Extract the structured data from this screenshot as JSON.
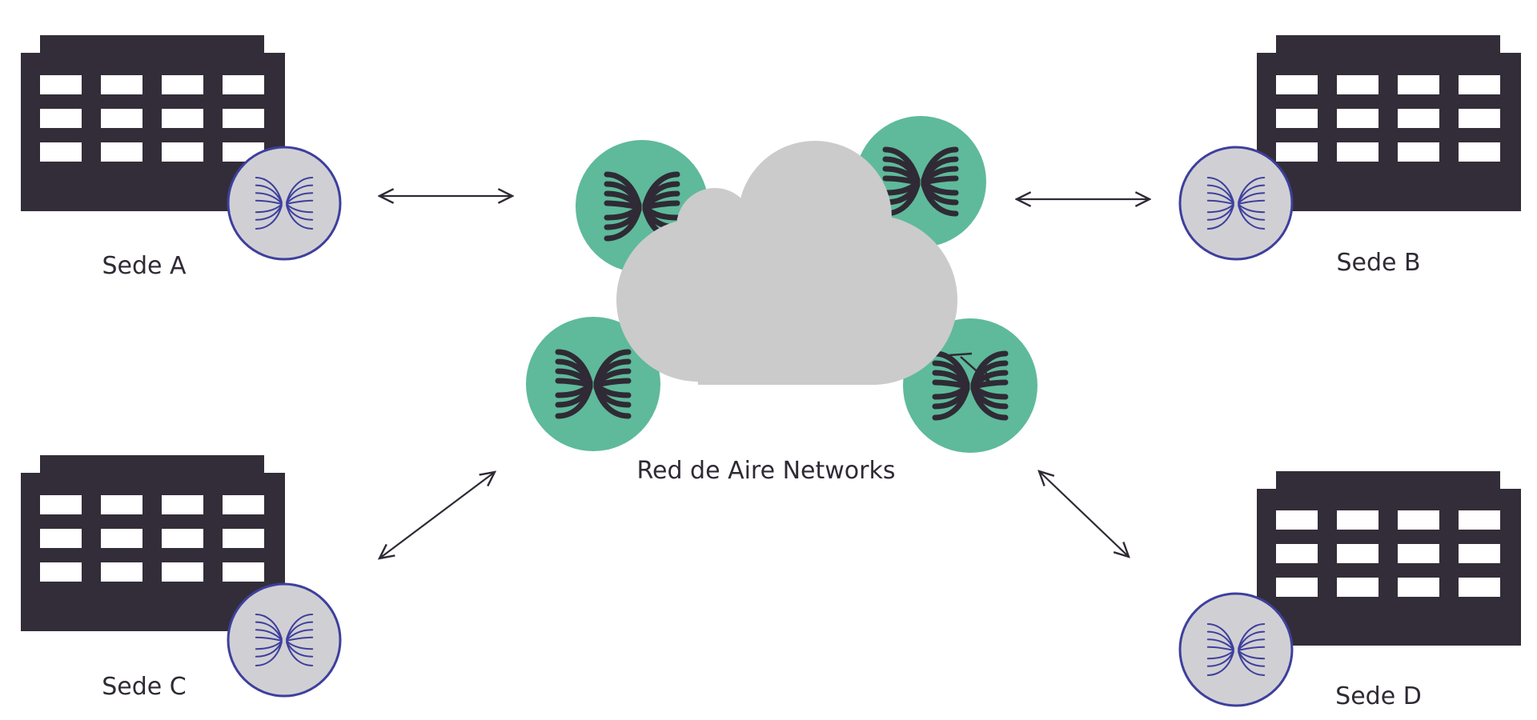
{
  "colors": {
    "building": "#332d39",
    "window": "#ffffff",
    "cloud": "#cbcbcb",
    "node_green": "#5eba9a",
    "node_icon_dark": "#2f2a35",
    "site_badge_fill": "#d0d0d4",
    "site_badge_accent": "#3e3f9d",
    "arrow": "#2f2a35"
  },
  "icons": {
    "building": "office-building-icon",
    "site_badge": "butterfly-wings-icon",
    "network_node": "butterfly-wings-icon",
    "cloud": "cloud-icon"
  },
  "sites": [
    {
      "id": "a",
      "label": "Sede A"
    },
    {
      "id": "b",
      "label": "Sede B"
    },
    {
      "id": "c",
      "label": "Sede C"
    },
    {
      "id": "d",
      "label": "Sede D"
    }
  ],
  "network": {
    "label": "Red de Aire Networks"
  }
}
